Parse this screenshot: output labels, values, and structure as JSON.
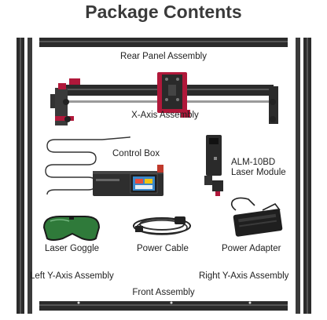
{
  "title": "Package Contents",
  "items": {
    "rear_panel": "Rear Panel Assembly",
    "x_axis": "X-Axis Assembly",
    "control_box": "Control Box",
    "laser_module_line1": "ALM-10BD",
    "laser_module_line2": "Laser Module",
    "laser_goggle": "Laser Goggle",
    "power_cable": "Power Cable",
    "power_adapter": "Power Adapter",
    "left_y_axis": "Left Y-Axis Assembly",
    "right_y_axis": "Right Y-Axis Assembly",
    "front_assembly": "Front Assembly"
  },
  "colors": {
    "rail": "#2b2b2b",
    "carriage": "#b0183a",
    "title": "#3a3a3a",
    "goggle_lens": "#2f7a3a"
  }
}
